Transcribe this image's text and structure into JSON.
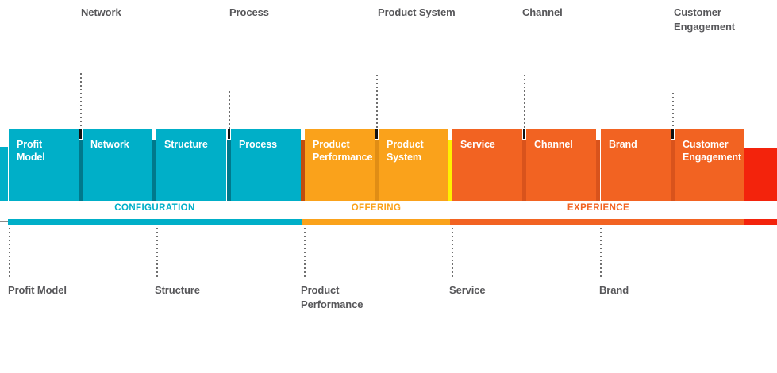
{
  "top_labels": [
    "Network",
    "Process",
    "Product System",
    "Channel",
    "Customer\nEngagement"
  ],
  "blocks": [
    {
      "label": "Profit Model",
      "color": "#00AFC8"
    },
    {
      "label": "Network",
      "color": "#00AFC8"
    },
    {
      "label": "Structure",
      "color": "#00AFC8"
    },
    {
      "label": "Process",
      "color": "#00AFC8"
    },
    {
      "label": "Product Performance",
      "color": "#FAA21B"
    },
    {
      "label": "Product System",
      "color": "#FAA21B"
    },
    {
      "label": "Service",
      "color": "#F26322"
    },
    {
      "label": "Channel",
      "color": "#F26322"
    },
    {
      "label": "Brand",
      "color": "#F26322"
    },
    {
      "label": "Customer Engagement",
      "color": "#F26322"
    }
  ],
  "categories": [
    {
      "label": "CONFIGURATION",
      "color": "#00AFC8"
    },
    {
      "label": "OFFERING",
      "color": "#FAA21B"
    },
    {
      "label": "EXPERIENCE",
      "color": "#F26322"
    }
  ],
  "bottom_labels": [
    "Profit Model",
    "Structure",
    "Product\nPerformance",
    "Service",
    "Brand"
  ],
  "colors": {
    "teal": "#00AFC8",
    "orange": "#FAA21B",
    "dark_orange": "#F26322",
    "red": "#F3230C",
    "yellow": "#FFF100",
    "gap_teal": "#00798C",
    "gap_burnt": "#C14E0E",
    "gap_orange_dark": "#E08D15",
    "gap_red_orange": "#D9531C",
    "label_gray": "#57575A"
  }
}
